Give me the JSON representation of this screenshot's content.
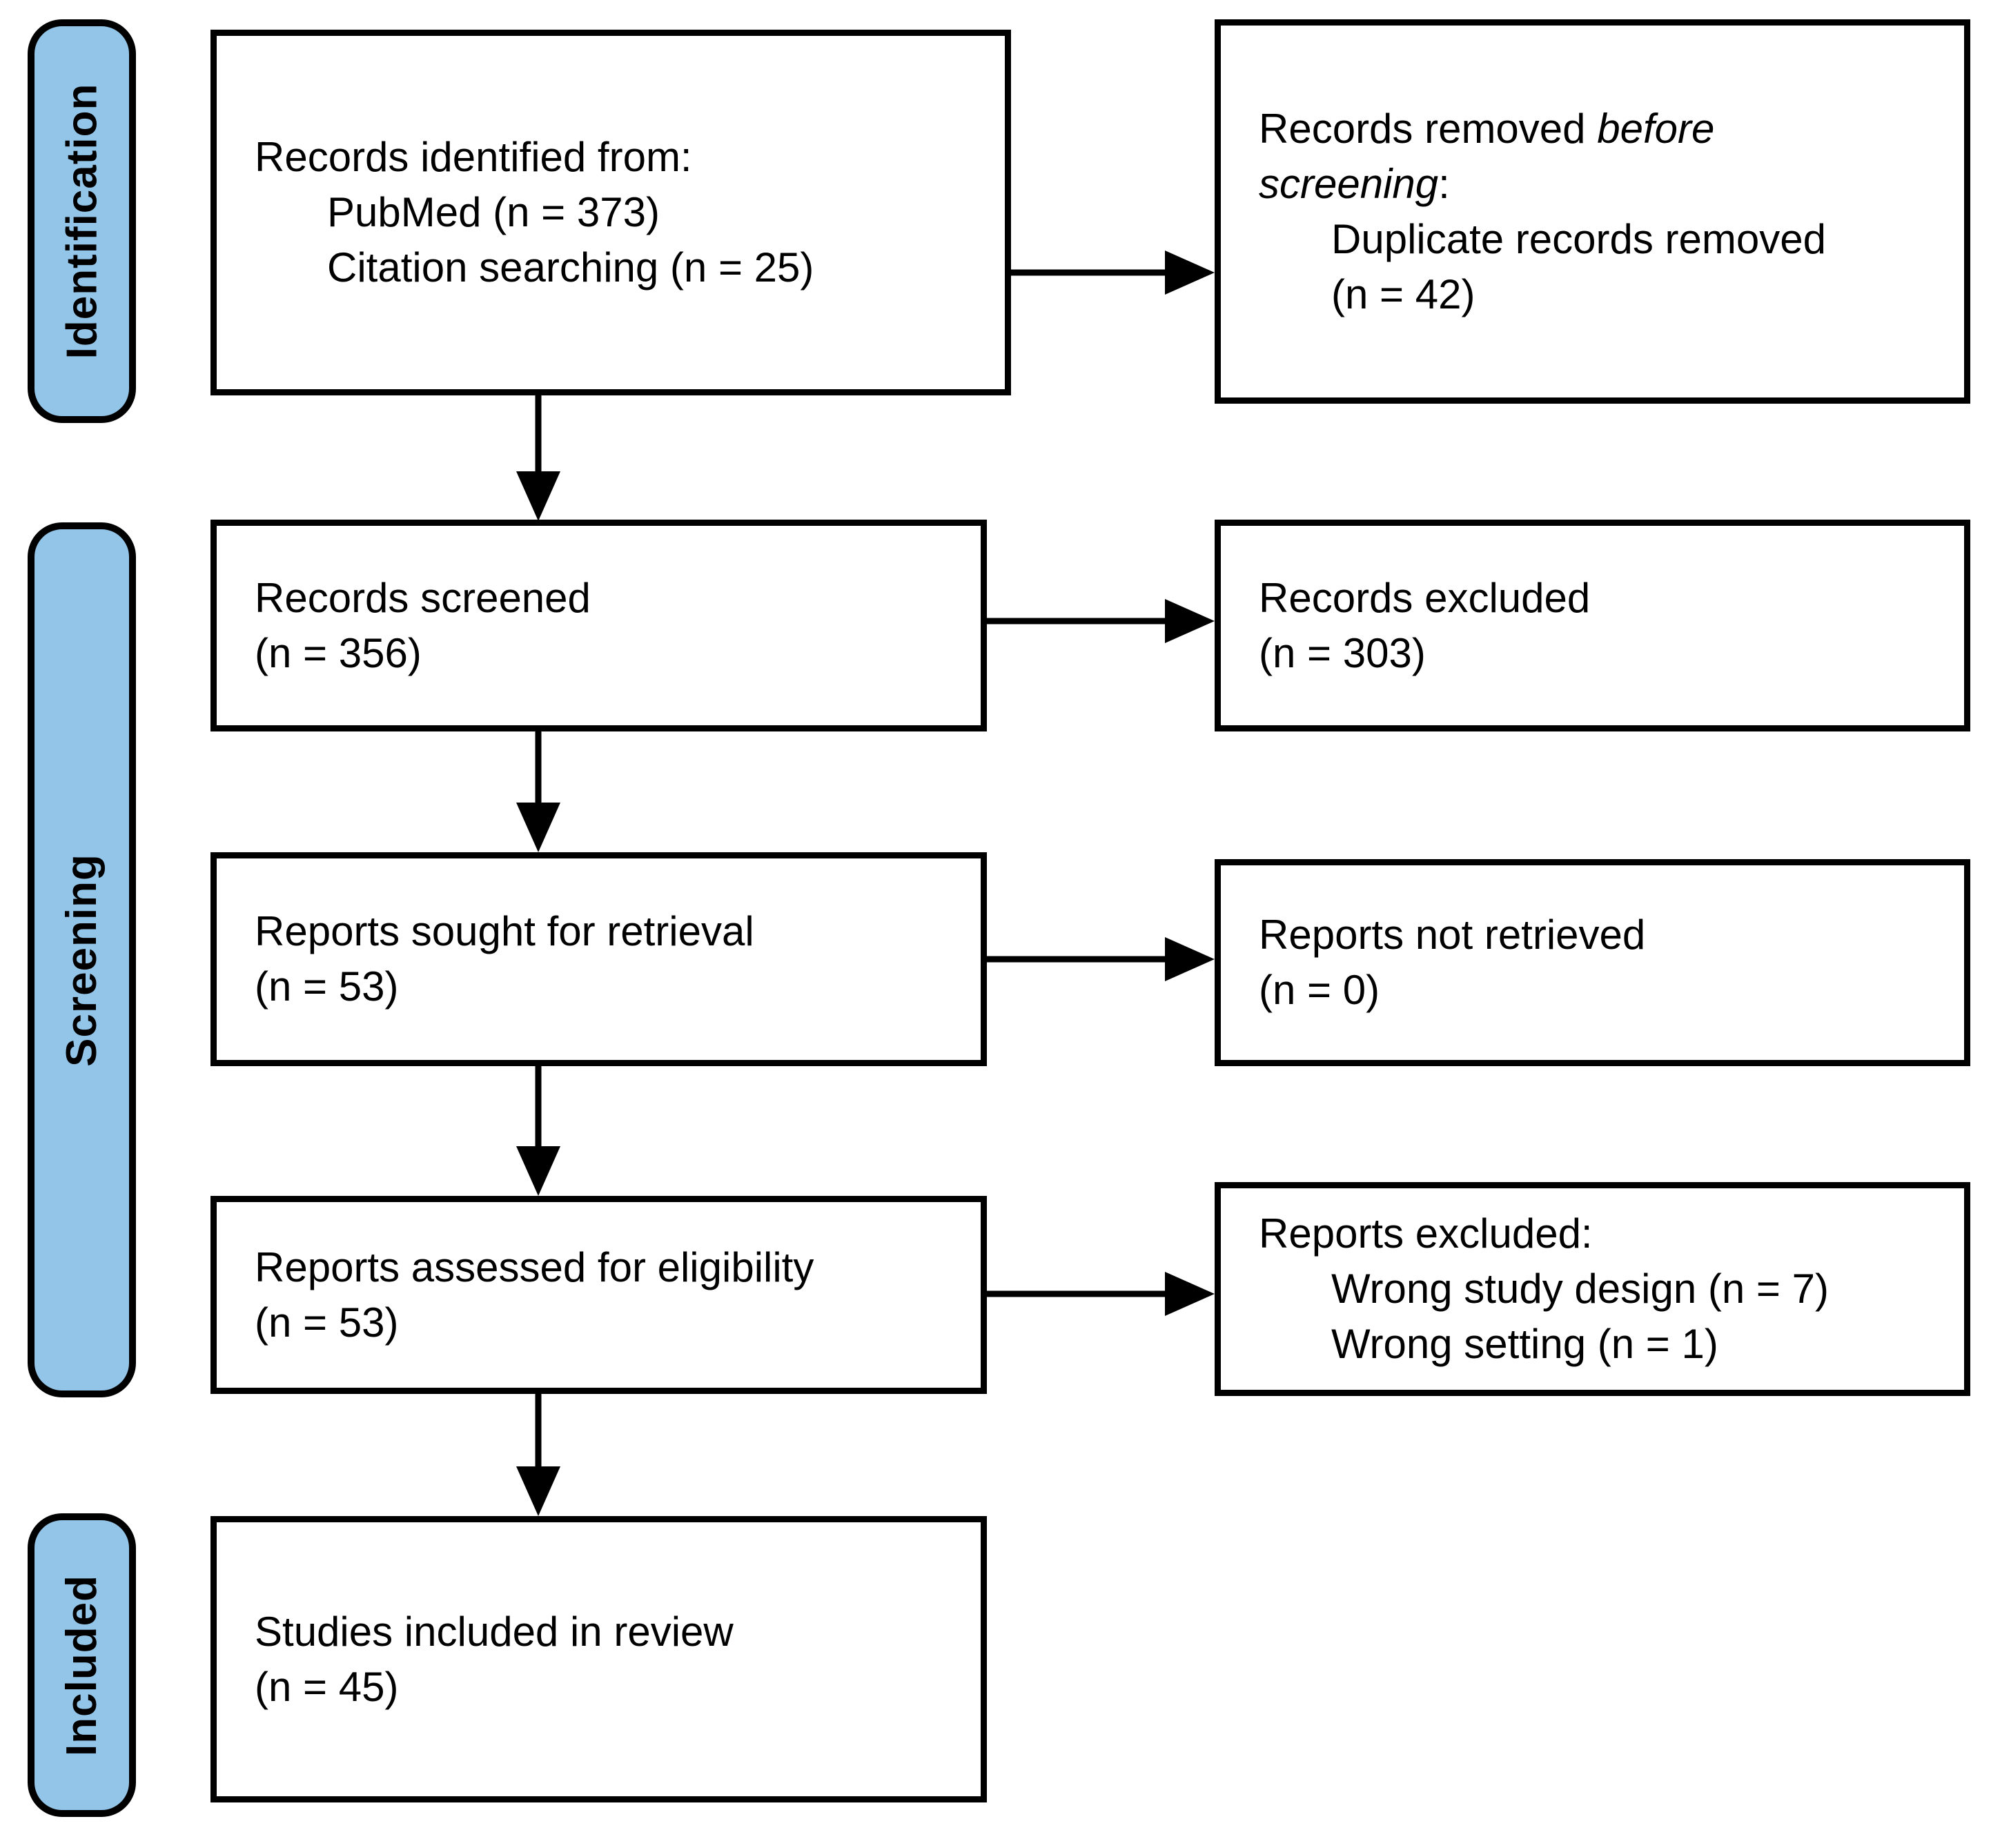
{
  "figure": {
    "type": "prisma-flow-diagram",
    "colors": {
      "stage_fill": "#92c5e8",
      "box_border": "#000000",
      "background": "#ffffff",
      "text": "#000000"
    },
    "stages": [
      {
        "id": "identification",
        "label": "Identification"
      },
      {
        "id": "screening",
        "label": "Screening"
      },
      {
        "id": "included",
        "label": "Included"
      }
    ],
    "boxes": {
      "records_identified": {
        "lines": [
          {
            "indent": 0,
            "parts": [
              {
                "text": "Records identified from:"
              }
            ]
          },
          {
            "indent": 1,
            "parts": [
              {
                "text": "PubMed (n = 373)"
              }
            ]
          },
          {
            "indent": 1,
            "parts": [
              {
                "text": "Citation searching (n = 25)"
              }
            ]
          }
        ]
      },
      "records_removed": {
        "lines": [
          {
            "indent": 0,
            "parts": [
              {
                "text": "Records removed "
              },
              {
                "text": "before",
                "italic": true
              }
            ]
          },
          {
            "indent": 0,
            "parts": [
              {
                "text": "screening",
                "italic": true
              },
              {
                "text": ":"
              }
            ]
          },
          {
            "indent": 1,
            "parts": [
              {
                "text": "Duplicate records removed"
              }
            ]
          },
          {
            "indent": 1,
            "parts": [
              {
                "text": "(n = 42)"
              }
            ]
          }
        ]
      },
      "records_screened": {
        "lines": [
          {
            "indent": 0,
            "parts": [
              {
                "text": "Records screened"
              }
            ]
          },
          {
            "indent": 0,
            "parts": [
              {
                "text": "(n = 356)"
              }
            ]
          }
        ]
      },
      "records_excluded": {
        "lines": [
          {
            "indent": 0,
            "parts": [
              {
                "text": "Records excluded"
              }
            ]
          },
          {
            "indent": 0,
            "parts": [
              {
                "text": "(n = 303)"
              }
            ]
          }
        ]
      },
      "reports_sought": {
        "lines": [
          {
            "indent": 0,
            "parts": [
              {
                "text": "Reports sought for retrieval"
              }
            ]
          },
          {
            "indent": 0,
            "parts": [
              {
                "text": "(n = 53)"
              }
            ]
          }
        ]
      },
      "reports_not_retrieved": {
        "lines": [
          {
            "indent": 0,
            "parts": [
              {
                "text": "Reports not retrieved"
              }
            ]
          },
          {
            "indent": 0,
            "parts": [
              {
                "text": "(n = 0)"
              }
            ]
          }
        ]
      },
      "reports_assessed": {
        "lines": [
          {
            "indent": 0,
            "parts": [
              {
                "text": "Reports assessed for eligibility"
              }
            ]
          },
          {
            "indent": 0,
            "parts": [
              {
                "text": "(n = 53)"
              }
            ]
          }
        ]
      },
      "reports_excluded": {
        "lines": [
          {
            "indent": 0,
            "parts": [
              {
                "text": "Reports excluded:"
              }
            ]
          },
          {
            "indent": 1,
            "parts": [
              {
                "text": "Wrong study design (n = 7)"
              }
            ]
          },
          {
            "indent": 1,
            "parts": [
              {
                "text": "Wrong setting (n = 1)"
              }
            ]
          }
        ]
      },
      "studies_included": {
        "lines": [
          {
            "indent": 0,
            "parts": [
              {
                "text": "Studies included in review"
              }
            ]
          },
          {
            "indent": 0,
            "parts": [
              {
                "text": "(n = 45)"
              }
            ]
          }
        ]
      }
    },
    "arrows": [
      {
        "from": "records_identified",
        "to": "records_removed",
        "direction": "right"
      },
      {
        "from": "records_identified",
        "to": "records_screened",
        "direction": "down"
      },
      {
        "from": "records_screened",
        "to": "records_excluded",
        "direction": "right"
      },
      {
        "from": "records_screened",
        "to": "reports_sought",
        "direction": "down"
      },
      {
        "from": "reports_sought",
        "to": "reports_not_retrieved",
        "direction": "right"
      },
      {
        "from": "reports_sought",
        "to": "reports_assessed",
        "direction": "down"
      },
      {
        "from": "reports_assessed",
        "to": "reports_excluded",
        "direction": "right"
      },
      {
        "from": "reports_assessed",
        "to": "studies_included",
        "direction": "down"
      }
    ]
  }
}
